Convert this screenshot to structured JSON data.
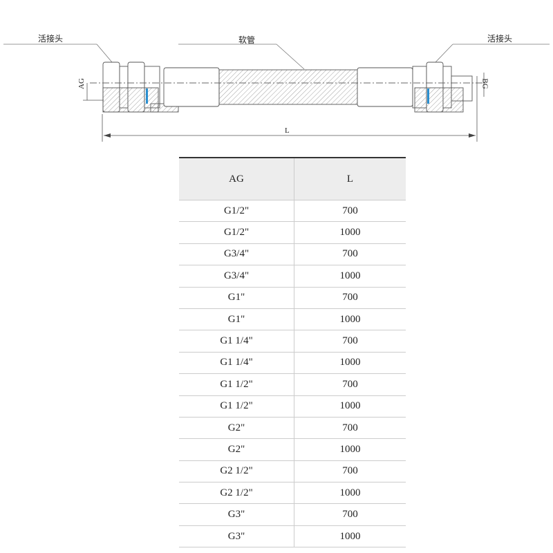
{
  "drawing": {
    "left_fitting_label": "活接头",
    "hose_label": "软管",
    "right_fitting_label": "活接头",
    "ag_dim": "AG",
    "bg_dim": "BG",
    "length_dim": "L",
    "seal_color": "#2a8fd0"
  },
  "table": {
    "headers": [
      "AG",
      "L"
    ],
    "rows": [
      [
        "G1/2\"",
        "700"
      ],
      [
        "G1/2\"",
        "1000"
      ],
      [
        "G3/4\"",
        "700"
      ],
      [
        "G3/4\"",
        "1000"
      ],
      [
        "G1\"",
        "700"
      ],
      [
        "G1\"",
        "1000"
      ],
      [
        "G1 1/4\"",
        "700"
      ],
      [
        "G1 1/4\"",
        "1000"
      ],
      [
        "G1 1/2\"",
        "700"
      ],
      [
        "G1 1/2\"",
        "1000"
      ],
      [
        "G2\"",
        "700"
      ],
      [
        "G2\"",
        "1000"
      ],
      [
        "G2 1/2\"",
        "700"
      ],
      [
        "G2 1/2\"",
        "1000"
      ],
      [
        "G3\"",
        "700"
      ],
      [
        "G3\"",
        "1000"
      ]
    ]
  }
}
